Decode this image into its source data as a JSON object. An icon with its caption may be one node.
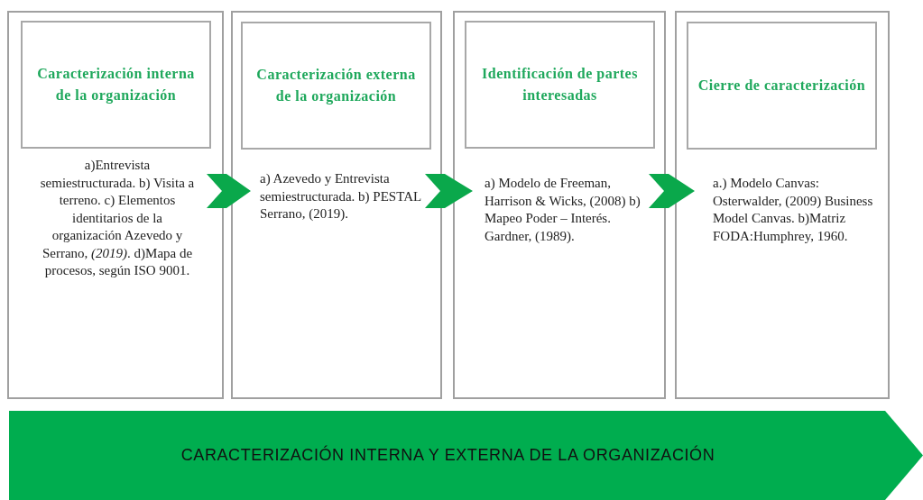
{
  "diagram": {
    "nodes": [
      {
        "text": [
          "a)Entrevista semiestructurada. b) Visita a terreno. c) Elementos identitarios de la organización Azevedo y Serrano, *(2019)*. d)Mapa de procesos, según ISO 9001."
        ]
      },
      {
        "text": [
          "Caracterización interna de la organización"
        ],
        "in": 0
      },
      {
        "text": [
          "a) Azevedo y Entrevista semiestructurada. b) PESTAL Serrano, (2019)."
        ]
      },
      {
        "text": [
          "Caracterización externa de la organización"
        ],
        "in": 2
      },
      {
        "text": [
          "a) Modelo de Freeman, Harrison & Wicks, (2008) b) Mapeo Poder – Interés. Gardner, (1989)."
        ]
      },
      {
        "text": [
          "Identificación de partes interesadas"
        ],
        "in": 4
      },
      {
        "text": [
          "a.) Modelo Canvas: Osterwalder, (2009) Business Model Canvas. b)Matriz FODA:Humphrey, 1960."
        ]
      },
      {
        "text": [
          "Cierre de caracterización"
        ],
        "in": 6
      },
      {
        "text": [
          "CARACTERIZACIÓN INTERNA Y EXTERNA DE LA ORGANIZACIÓN"
        ]
      }
    ],
    "edges": [
      {
        "from": 0,
        "to": 2,
        "arrow": "to"
      },
      {
        "from": 2,
        "to": 4,
        "arrow": "to"
      },
      {
        "from": 4,
        "to": 6,
        "arrow": "to"
      }
    ]
  }
}
